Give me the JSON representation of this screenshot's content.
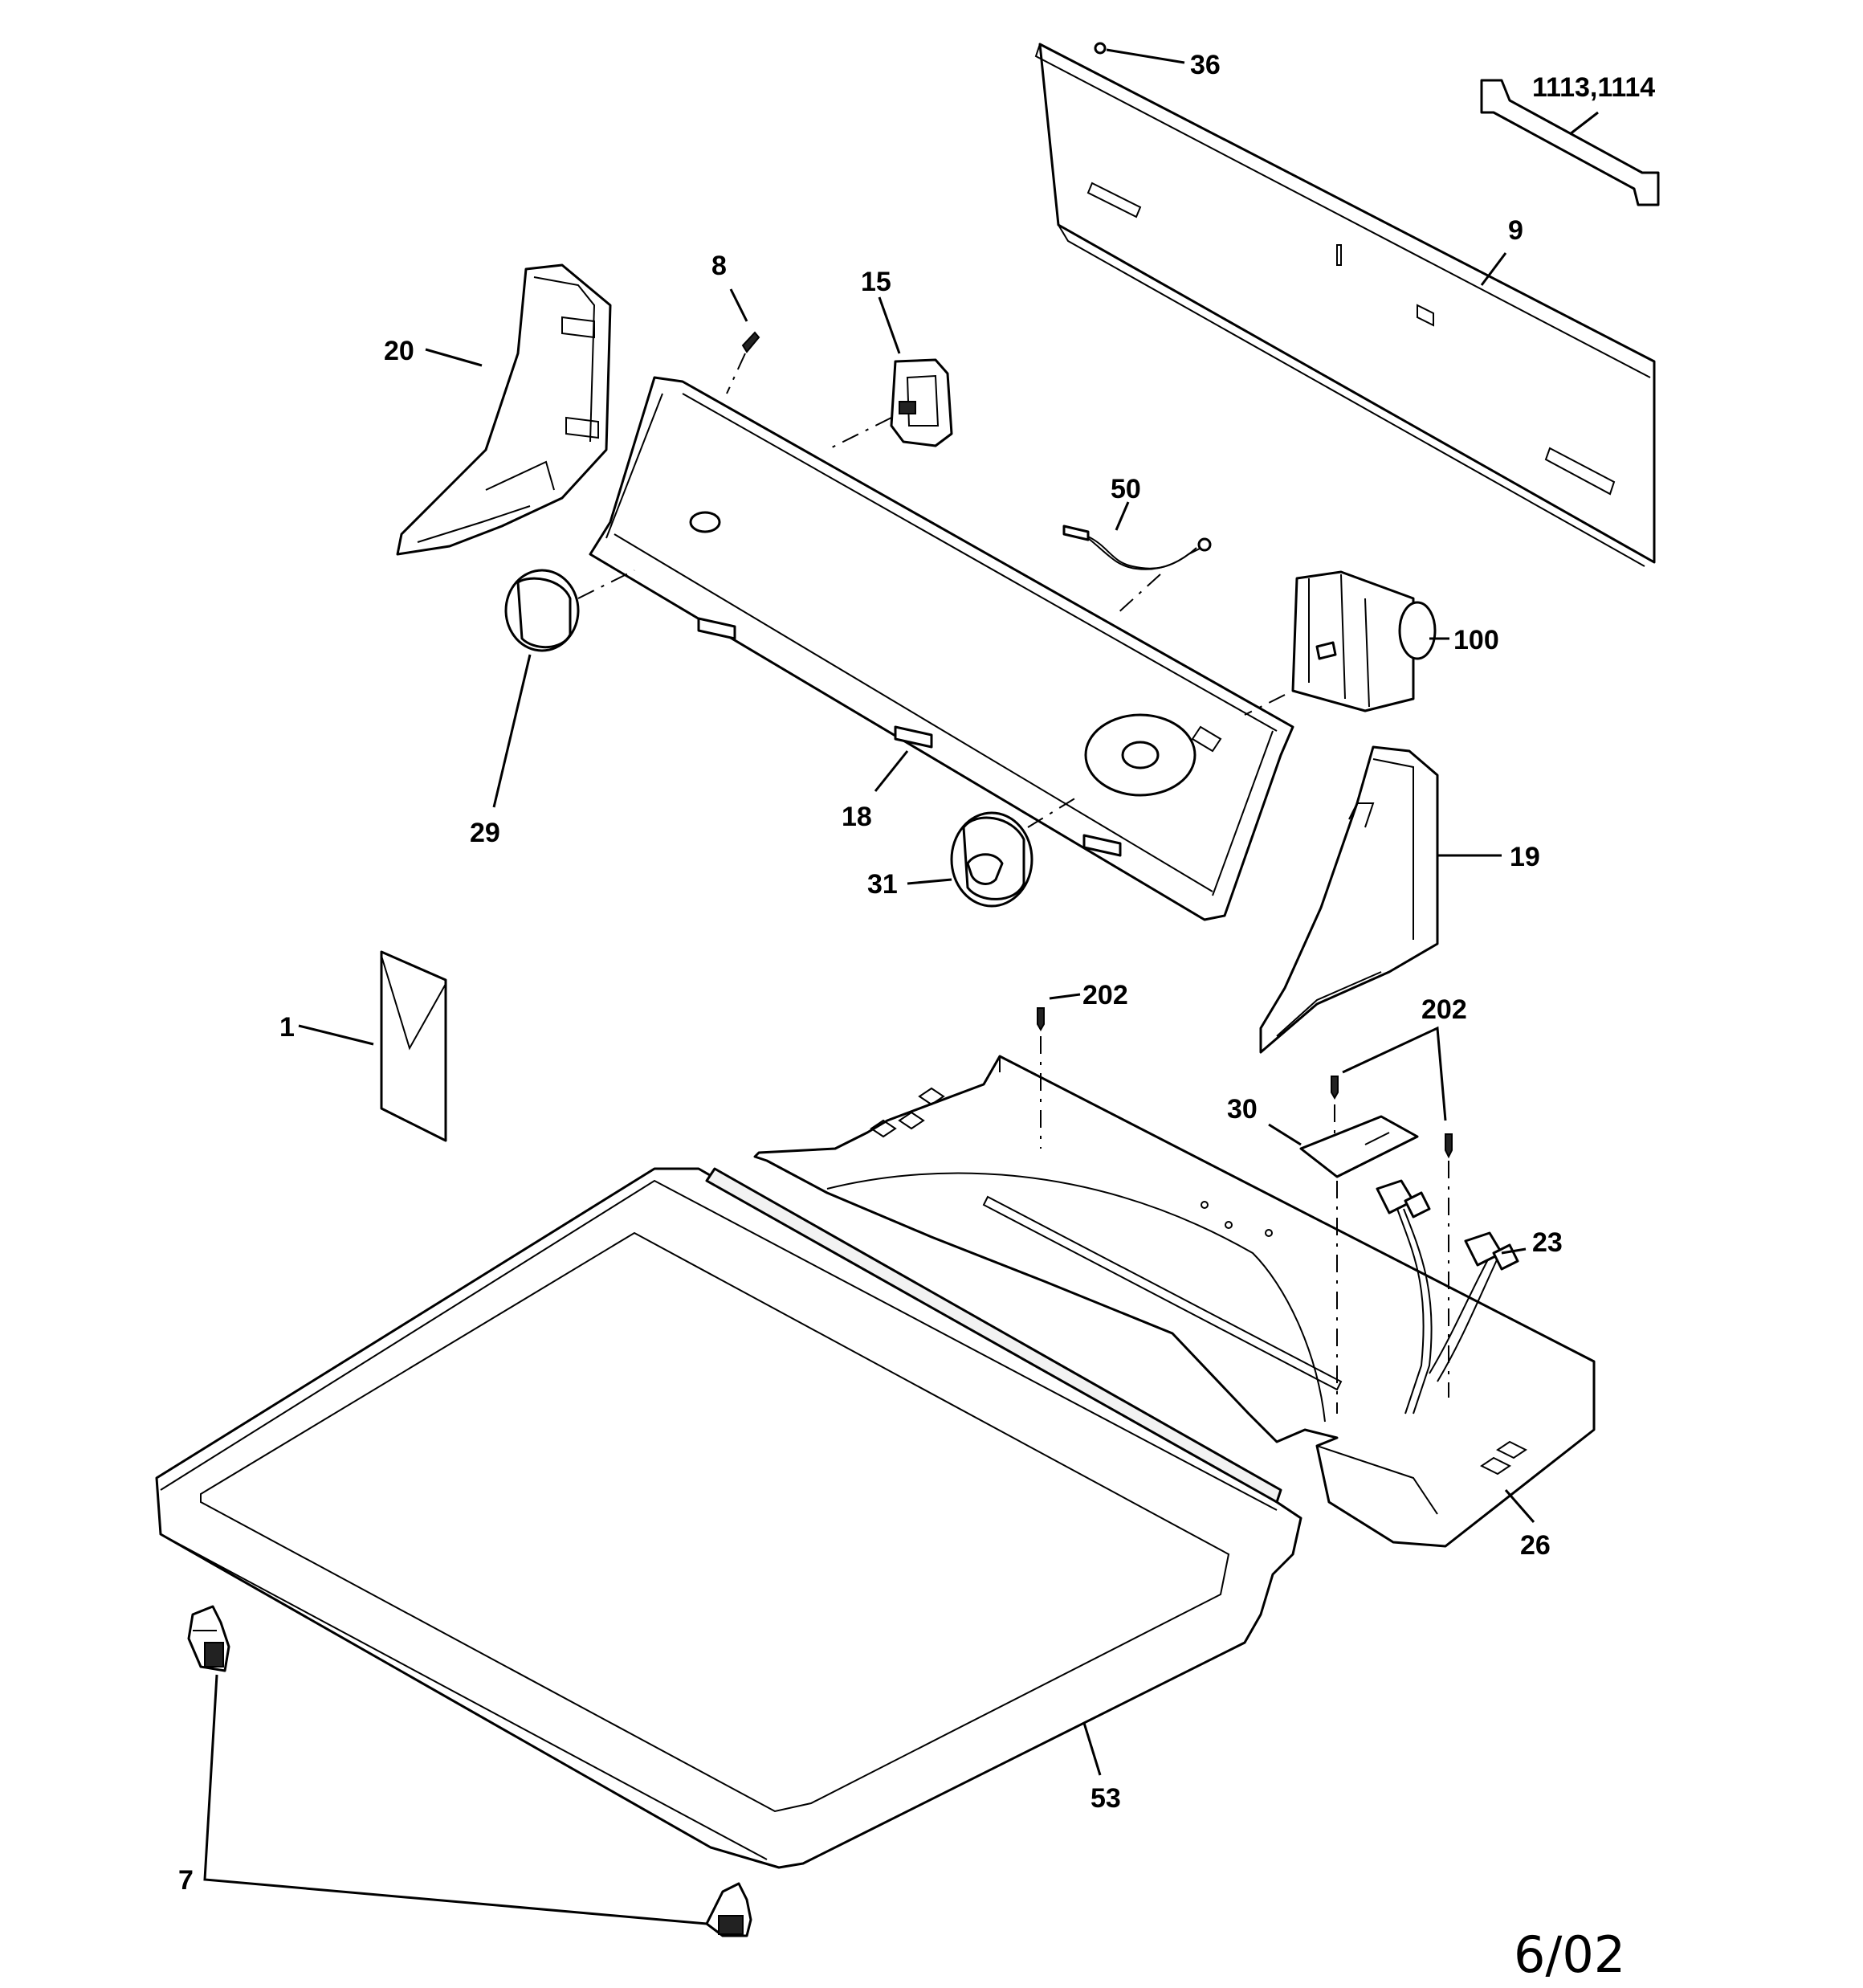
{
  "callouts": {
    "c36": "36",
    "c1113": "1113,1114",
    "c9": "9",
    "c8": "8",
    "c15": "15",
    "c20": "20",
    "c50": "50",
    "c100": "100",
    "c29": "29",
    "c18": "18",
    "c31": "31",
    "c19": "19",
    "c1": "1",
    "c202a": "202",
    "c202b": "202",
    "c30": "30",
    "c23": "23",
    "c26": "26",
    "c53": "53",
    "c7": "7"
  },
  "date_stamp": "6/02"
}
